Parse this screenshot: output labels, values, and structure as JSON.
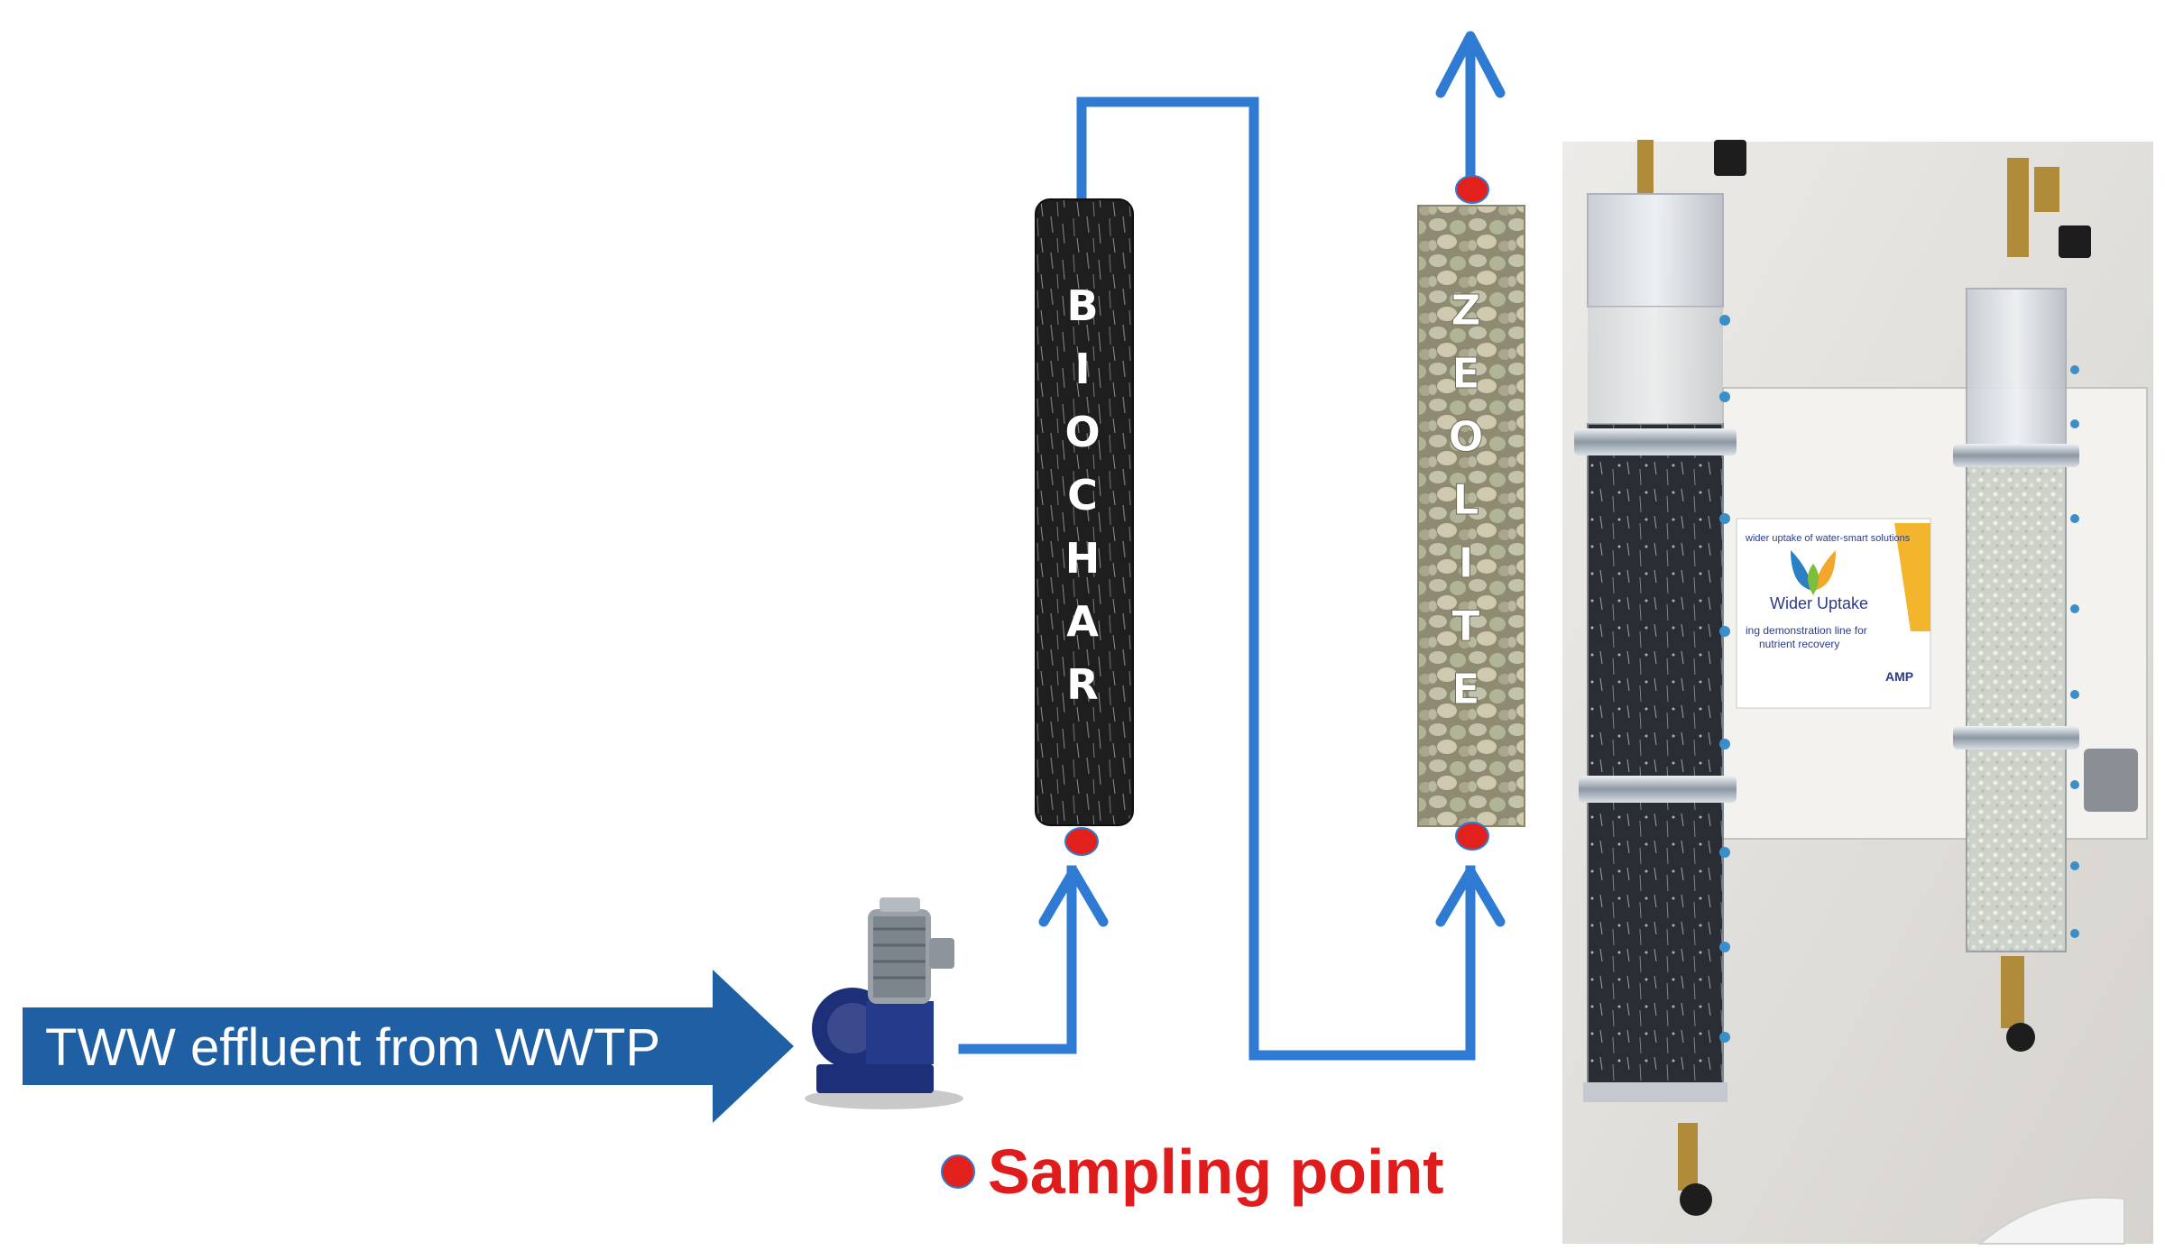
{
  "inlet": {
    "label": "TWW effluent from WWTP"
  },
  "columns": {
    "biochar": {
      "label": "BIOCHAR",
      "letters": [
        "B",
        "I",
        "O",
        "C",
        "H",
        "A",
        "R"
      ]
    },
    "zeolite": {
      "label": "ZEOLITE",
      "letters": [
        "Z",
        "E",
        "O",
        "L",
        "I",
        "T",
        "E"
      ]
    }
  },
  "legend": {
    "label": "Sampling point"
  },
  "photo": {
    "panel_title": "Wider Uptake",
    "panel_line1": "wider uptake of water-smart solutions",
    "panel_line2": "ing demonstration line for",
    "panel_line3": "nutrient recovery",
    "panel_logo": "AMP"
  },
  "colors": {
    "arrow_dark_blue": "#1f5fa3",
    "pipe_blue": "#2f7bd4",
    "sampling_red": "#e2211c",
    "legend_text_red": "#e01b1b",
    "biochar_dark": "#1c1c1c",
    "zeolite_green": "#b5b49a"
  }
}
